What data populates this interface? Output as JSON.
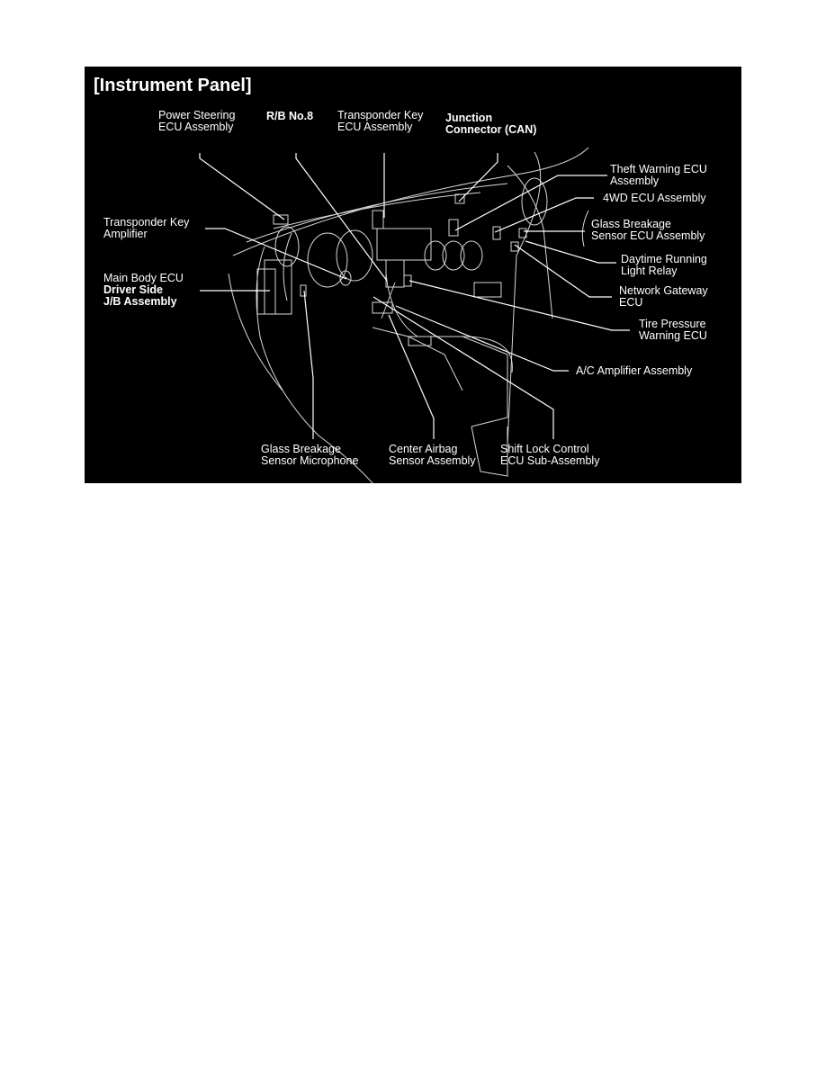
{
  "title": "[Instrument Panel]",
  "labels": {
    "power_steering": [
      "Power Steering",
      "ECU Assembly"
    ],
    "rb_no8": [
      "R/B No.8"
    ],
    "transponder_key_ecu": [
      "Transponder Key",
      "ECU Assembly"
    ],
    "junction_connector": [
      "Junction",
      "Connector (CAN)"
    ],
    "theft_warning": [
      "Theft Warning ECU",
      "Assembly"
    ],
    "fourwd_ecu": [
      "4WD ECU Assembly"
    ],
    "glass_breakage_ecu": [
      "Glass Breakage",
      "Sensor ECU Assembly"
    ],
    "daytime_running": [
      "Daytime Running",
      "Light Relay"
    ],
    "network_gateway": [
      "Network Gateway",
      "ECU"
    ],
    "tire_pressure": [
      "Tire Pressure",
      "Warning ECU"
    ],
    "ac_amplifier": [
      "A/C Amplifier Assembly"
    ],
    "transponder_key_amp": [
      "Transponder Key",
      "Amplifier"
    ],
    "main_body_ecu": [
      "Main Body ECU",
      "Driver Side",
      "J/B Assembly"
    ],
    "glass_breakage_mic": [
      "Glass Breakage",
      "Sensor Microphone"
    ],
    "center_airbag": [
      "Center Airbag",
      "Sensor Assembly"
    ],
    "shift_lock": [
      "Shift Lock Control",
      "ECU Sub-Assembly"
    ]
  }
}
